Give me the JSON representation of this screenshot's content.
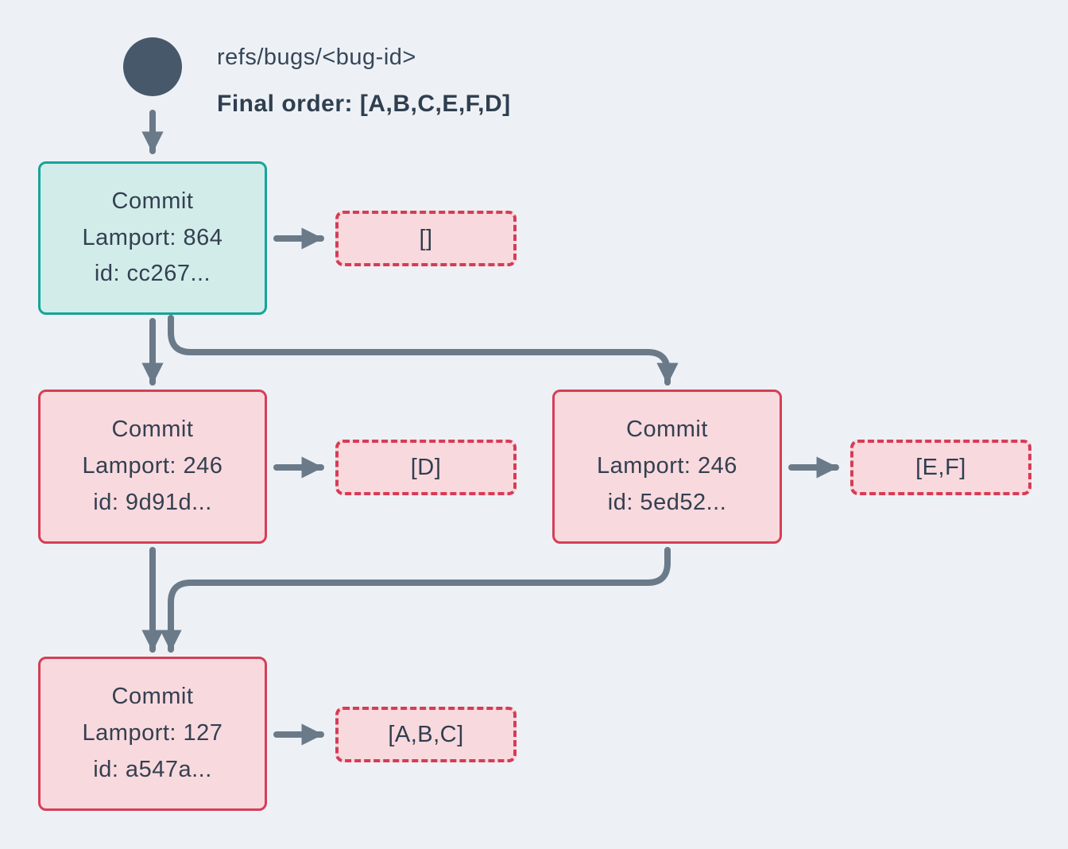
{
  "diagram": {
    "kind": "commit-dag",
    "colors": {
      "background": "#edf1f5",
      "arrow": "#6b7a89",
      "ref_circle": "#47586b",
      "text": "#334050",
      "head_commit_border": "#16a498",
      "head_commit_fill": "#d2ecea",
      "commit_border": "#d43f56",
      "commit_fill": "#f8d9de",
      "ops_dashed_border": "#d63c55"
    }
  },
  "ref": {
    "name": "refs/bugs/<bug-id>",
    "final_order": "Final order: [A,B,C,E,F,D]"
  },
  "nodes": [
    {
      "title": "Commit",
      "lamport": "Lamport: 864",
      "id": "id: cc267...",
      "kind": "head",
      "ops": "[]"
    },
    {
      "title": "Commit",
      "lamport": "Lamport: 246",
      "id": "id: 9d91d...",
      "kind": "commit",
      "ops": "[D]"
    },
    {
      "title": "Commit",
      "lamport": "Lamport: 246",
      "id": "id: 5ed52...",
      "kind": "commit",
      "ops": "[E,F]"
    },
    {
      "title": "Commit",
      "lamport": "Lamport: 127",
      "id": "id: a547a...",
      "kind": "commit",
      "ops": "[A,B,C]"
    }
  ]
}
